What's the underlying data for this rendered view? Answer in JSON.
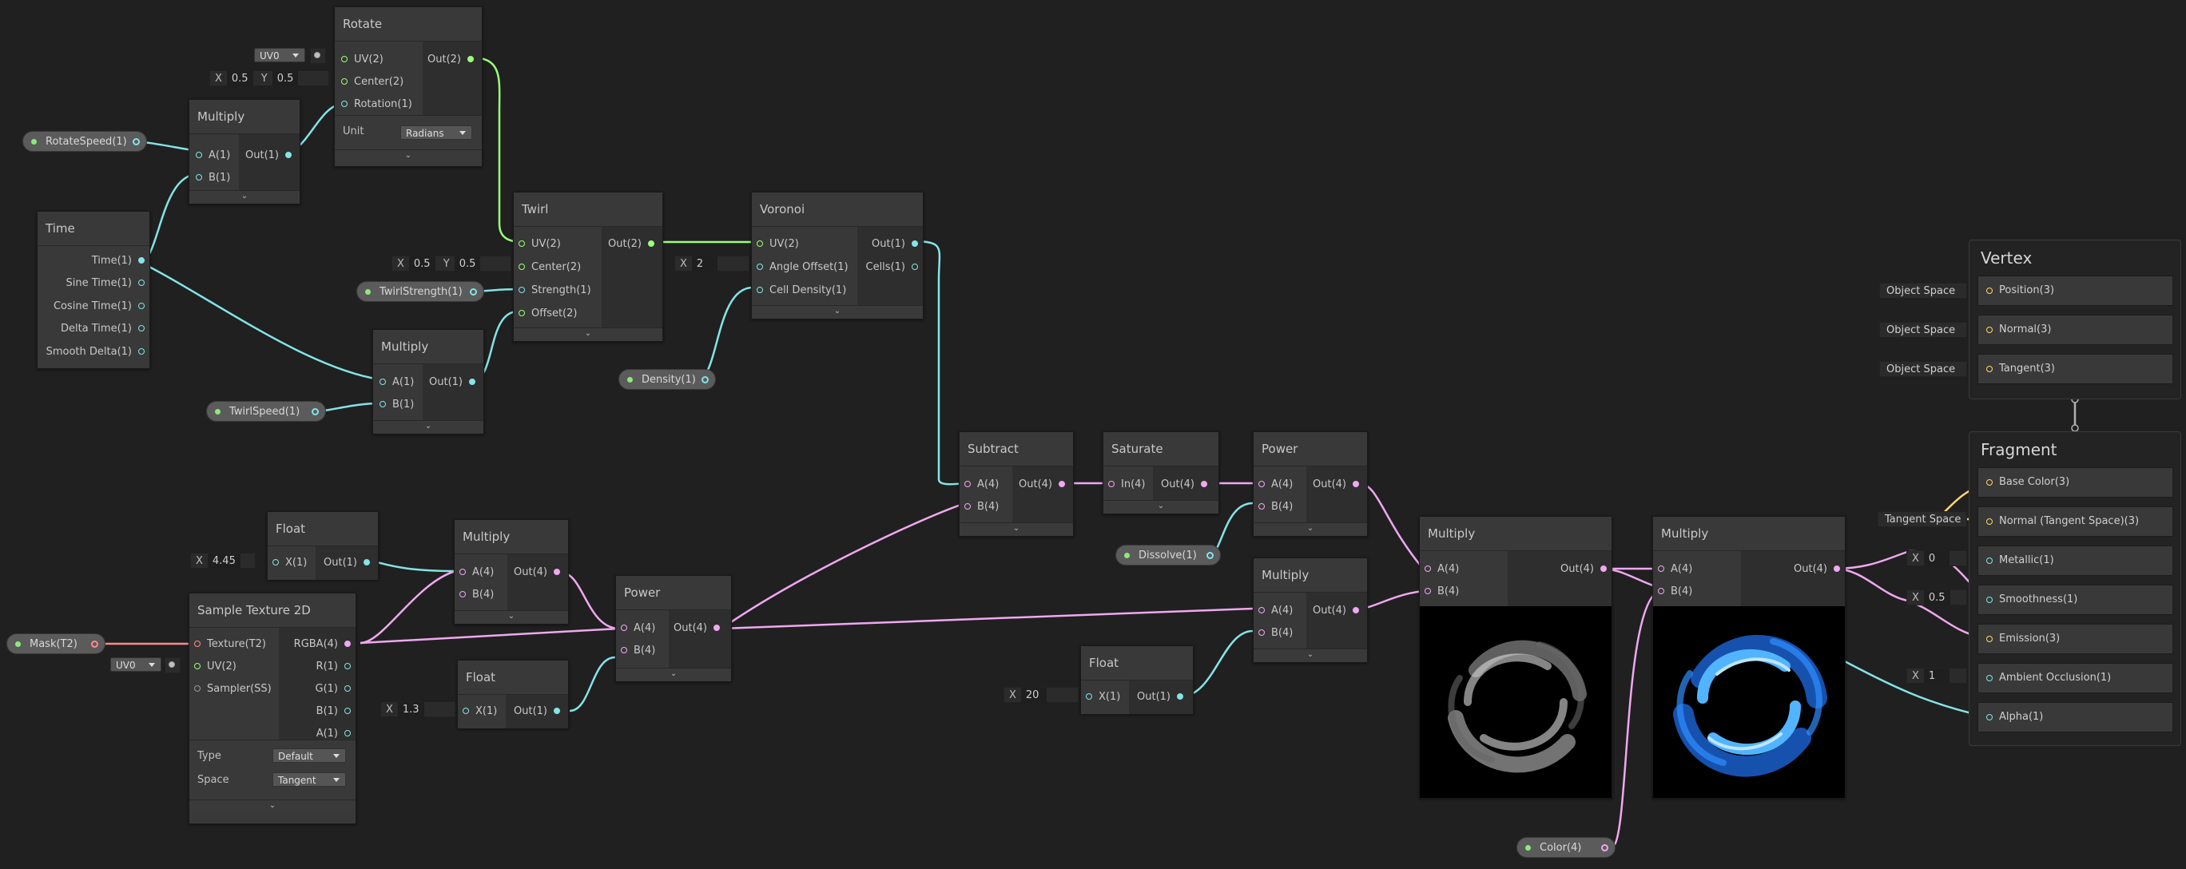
{
  "nodes": {
    "rotate": {
      "title": "Rotate",
      "inputs": [
        "UV(2)",
        "Center(2)",
        "Rotation(1)"
      ],
      "output": "Out(2)",
      "unit_label": "Unit",
      "unit_value": "Radians",
      "uv_default": "UV0",
      "center_x": "0.5",
      "center_y": "0.5"
    },
    "multiply_rot": {
      "title": "Multiply",
      "inputs": [
        "A(1)",
        "B(1)"
      ],
      "output": "Out(1)"
    },
    "time": {
      "title": "Time",
      "outputs": [
        "Time(1)",
        "Sine Time(1)",
        "Cosine Time(1)",
        "Delta Time(1)",
        "Smooth Delta(1)"
      ]
    },
    "multiply_twirl": {
      "title": "Multiply",
      "inputs": [
        "A(1)",
        "B(1)"
      ],
      "output": "Out(1)"
    },
    "twirl": {
      "title": "Twirl",
      "inputs": [
        "UV(2)",
        "Center(2)",
        "Strength(1)",
        "Offset(2)"
      ],
      "output": "Out(2)",
      "center_x": "0.5",
      "center_y": "0.5"
    },
    "voronoi": {
      "title": "Voronoi",
      "inputs": [
        "UV(2)",
        "Angle Offset(1)",
        "Cell Density(1)"
      ],
      "outputs": [
        "Out(1)",
        "Cells(1)"
      ],
      "angle_value": "2"
    },
    "subtract": {
      "title": "Subtract",
      "inputs": [
        "A(4)",
        "B(4)"
      ],
      "output": "Out(4)"
    },
    "saturate": {
      "title": "Saturate",
      "inputs": [
        "In(4)"
      ],
      "output": "Out(4)"
    },
    "power_top": {
      "title": "Power",
      "inputs": [
        "A(4)",
        "B(4)"
      ],
      "output": "Out(4)"
    },
    "float_a": {
      "title": "Float",
      "inputs": [
        "X(1)"
      ],
      "output": "Out(1)",
      "value": "4.45"
    },
    "multiply_mask": {
      "title": "Multiply",
      "inputs": [
        "A(4)",
        "B(4)"
      ],
      "output": "Out(4)"
    },
    "power_mid": {
      "title": "Power",
      "inputs": [
        "A(4)",
        "B(4)"
      ],
      "output": "Out(4)"
    },
    "float_b": {
      "title": "Float",
      "inputs": [
        "X(1)"
      ],
      "output": "Out(1)",
      "value": "1.3"
    },
    "sample_texture": {
      "title": "Sample Texture 2D",
      "inputs": [
        "Texture(T2)",
        "UV(2)",
        "Sampler(SS)"
      ],
      "outputs": [
        "RGBA(4)",
        "R(1)",
        "G(1)",
        "B(1)",
        "A(1)"
      ],
      "type_label": "Type",
      "type_value": "Default",
      "space_label": "Space",
      "space_value": "Tangent",
      "uv_default": "UV0"
    },
    "float_c": {
      "title": "Float",
      "inputs": [
        "X(1)"
      ],
      "output": "Out(1)",
      "value": "20"
    },
    "multiply_mid": {
      "title": "Multiply",
      "inputs": [
        "A(4)",
        "B(4)"
      ],
      "output": "Out(4)"
    },
    "multiply_prev1": {
      "title": "Multiply",
      "inputs": [
        "A(4)",
        "B(4)"
      ],
      "output": "Out(4)"
    },
    "multiply_prev2": {
      "title": "Multiply",
      "inputs": [
        "A(4)",
        "B(4)"
      ],
      "output": "Out(4)"
    }
  },
  "properties": {
    "rotate_speed": "RotateSpeed(1)",
    "twirl_strength": "TwirlStrength(1)",
    "twirl_speed": "TwirlSpeed(1)",
    "density": "Density(1)",
    "dissolve": "Dissolve(1)",
    "mask": "Mask(T2)",
    "color": "Color(4)"
  },
  "master": {
    "vertex_title": "Vertex",
    "vertex_slots": [
      {
        "label": "Position(3)",
        "default": "Object Space"
      },
      {
        "label": "Normal(3)",
        "default": "Object Space"
      },
      {
        "label": "Tangent(3)",
        "default": "Object Space"
      }
    ],
    "fragment_title": "Fragment",
    "fragment_slots": [
      {
        "label": "Base Color(3)",
        "default": ""
      },
      {
        "label": "Normal (Tangent Space)(3)",
        "default": "Tangent Space"
      },
      {
        "label": "Metallic(1)",
        "default": "0"
      },
      {
        "label": "Smoothness(1)",
        "default": "0.5"
      },
      {
        "label": "Emission(3)",
        "default": ""
      },
      {
        "label": "Ambient Occlusion(1)",
        "default": "1"
      },
      {
        "label": "Alpha(1)",
        "default": ""
      }
    ]
  },
  "field_labels": {
    "x": "X",
    "y": "Y"
  },
  "expand_glyph": "⌄",
  "colors": {
    "background": "#202020",
    "node": "#393939",
    "wire_float": "#84e4e7",
    "wire_vec2": "#9cff7c",
    "wire_vec3": "#fcd76e",
    "wire_vec4": "#f0a8f0",
    "wire_tex": "#ff8b8b",
    "preview_blue": "#2f8fff"
  }
}
